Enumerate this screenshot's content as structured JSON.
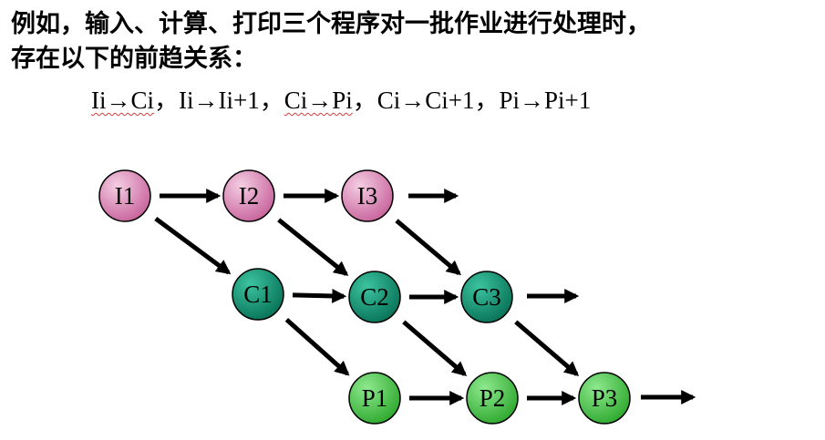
{
  "heading": {
    "line1_bold": "例如",
    "line1_rest": "，输入、计算、打印三个程序对一批作业进行处理时，",
    "line2": "存在以下的前趋关系："
  },
  "relations": [
    "Ii→Ci",
    "Ii→Ii+1",
    "Ci→Pi",
    "Ci→Ci+1",
    "Pi→Pi+1"
  ],
  "relation_separator": "，",
  "colors": {
    "input": "#d074a8",
    "compute": "#0f8a6c",
    "print": "#3cbd3c",
    "arrow": "#000000",
    "squiggle": "#d04040"
  },
  "nodes": [
    {
      "id": "I1",
      "label": "I1",
      "group": "input"
    },
    {
      "id": "I2",
      "label": "I2",
      "group": "input"
    },
    {
      "id": "I3",
      "label": "I3",
      "group": "input"
    },
    {
      "id": "C1",
      "label": "C1",
      "group": "compute"
    },
    {
      "id": "C2",
      "label": "C2",
      "group": "compute"
    },
    {
      "id": "C3",
      "label": "C3",
      "group": "compute"
    },
    {
      "id": "P1",
      "label": "P1",
      "group": "print"
    },
    {
      "id": "P2",
      "label": "P2",
      "group": "print"
    },
    {
      "id": "P3",
      "label": "P3",
      "group": "print"
    }
  ],
  "edges": [
    {
      "from": "I1",
      "to": "I2"
    },
    {
      "from": "I2",
      "to": "I3"
    },
    {
      "from": "I3",
      "to": null
    },
    {
      "from": "I1",
      "to": "C1"
    },
    {
      "from": "I2",
      "to": "C2"
    },
    {
      "from": "I3",
      "to": "C3"
    },
    {
      "from": "C1",
      "to": "C2"
    },
    {
      "from": "C2",
      "to": "C3"
    },
    {
      "from": "C3",
      "to": null
    },
    {
      "from": "C1",
      "to": "P1"
    },
    {
      "from": "C2",
      "to": "P2"
    },
    {
      "from": "C3",
      "to": "P3"
    },
    {
      "from": "P1",
      "to": "P2"
    },
    {
      "from": "P2",
      "to": "P3"
    },
    {
      "from": "P3",
      "to": null
    }
  ]
}
